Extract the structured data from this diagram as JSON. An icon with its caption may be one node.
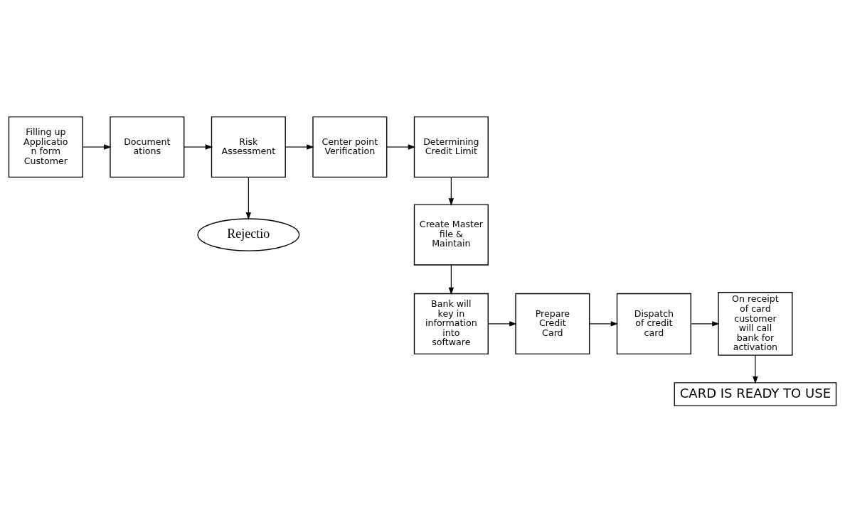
{
  "diagram": {
    "nodes": [
      {
        "text": [
          "Filling up Applicatio n form Customer"
        ]
      },
      {
        "text": [
          "Document ations"
        ]
      },
      {
        "text": [
          "Risk Assessment"
        ]
      },
      {
        "text": [
          "Center point Verification"
        ]
      },
      {
        "text": [
          "Determining Credit Limit"
        ]
      },
      {
        "text": [
          "Create Master file & Maintain"
        ]
      },
      {
        "text": [
          "Rejectio"
        ]
      },
      {
        "text": [
          "Bank will key in information into software"
        ]
      },
      {
        "text": [
          "Prepare Credit Card"
        ]
      },
      {
        "text": [
          "Dispatch of credit card"
        ]
      },
      {
        "text": [
          "On receipt of card customer will call bank for activation"
        ]
      },
      {
        "text": [
          "CARD IS READY TO USE"
        ]
      }
    ],
    "edges": [
      {
        "from": 0,
        "to": 1,
        "arrow": "to"
      },
      {
        "from": 1,
        "to": 2,
        "arrow": "to"
      },
      {
        "from": 2,
        "to": 3,
        "arrow": "to"
      },
      {
        "from": 3,
        "to": 4,
        "arrow": "to"
      },
      {
        "from": 4,
        "to": 5,
        "arrow": "to"
      },
      {
        "from": 2,
        "to": 6,
        "arrow": "to"
      },
      {
        "from": 5,
        "to": 7,
        "arrow": "to"
      },
      {
        "from": 7,
        "to": 8,
        "arrow": "to"
      },
      {
        "from": 8,
        "to": 9,
        "arrow": "to"
      },
      {
        "from": 9,
        "to": 10,
        "arrow": "to"
      },
      {
        "from": 10,
        "to": 11,
        "arrow": "to"
      }
    ]
  }
}
